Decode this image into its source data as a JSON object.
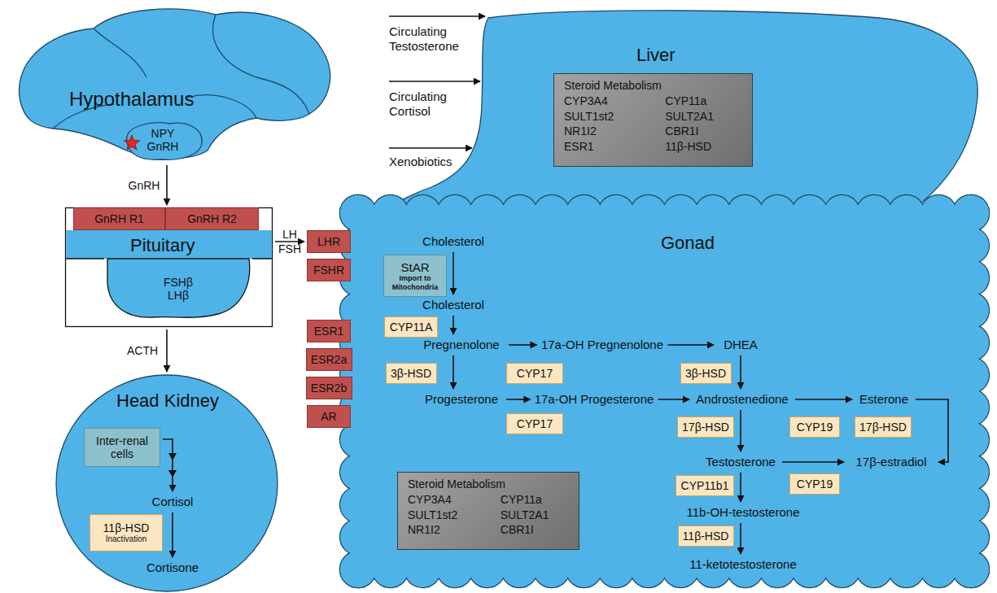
{
  "diagram": {
    "nodes": [
      {
        "text": [
          "Hypothalamus"
        ]
      },
      {
        "text": [
          "NPY",
          "GnRH"
        ],
        "in": 0
      },
      {
        "text": [
          "Pituitary"
        ]
      },
      {
        "text": [
          "GnRH R1"
        ],
        "in": 2
      },
      {
        "text": [
          "GnRH R2"
        ],
        "in": 2
      },
      {
        "text": [
          "FSHβ",
          "LHβ"
        ],
        "in": 2
      },
      {
        "text": [
          "Head Kidney"
        ]
      },
      {
        "text": [
          "Inter-renal cells"
        ],
        "in": 6
      },
      {
        "text": [
          "Cortisol"
        ],
        "in": 6
      },
      {
        "text": [
          "11β-HSD",
          "Inactivation"
        ],
        "in": 6
      },
      {
        "text": [
          "Cortisone"
        ],
        "in": 6
      },
      {
        "text": [
          "Liver"
        ]
      },
      {
        "text": [
          "Steroid Metabolism",
          "CYP3A4",
          "CYP11a",
          "SULT1st2",
          "SULT2A1",
          "NR1I2",
          "CBR1I",
          "ESR1",
          "11β-HSD"
        ],
        "in": 11
      },
      {
        "text": [
          "Gonad"
        ]
      },
      {
        "text": [
          "LHR"
        ]
      },
      {
        "text": [
          "FSHR"
        ]
      },
      {
        "text": [
          "ESR1"
        ]
      },
      {
        "text": [
          "ESR2a"
        ]
      },
      {
        "text": [
          "ESR2b"
        ]
      },
      {
        "text": [
          "AR"
        ]
      },
      {
        "text": [
          "Cholesterol"
        ],
        "in": 13
      },
      {
        "text": [
          "StAR",
          "Import to Mitochondria"
        ],
        "in": 13
      },
      {
        "text": [
          "Cholesterol"
        ],
        "in": 13
      },
      {
        "text": [
          "CYP11A"
        ],
        "in": 13
      },
      {
        "text": [
          "Pregnenolone"
        ],
        "in": 13
      },
      {
        "text": [
          "17a-OH Pregnenolone"
        ],
        "in": 13
      },
      {
        "text": [
          "DHEA"
        ],
        "in": 13
      },
      {
        "text": [
          "3β-HSD"
        ],
        "in": 13
      },
      {
        "text": [
          "CYP17"
        ],
        "in": 13
      },
      {
        "text": [
          "3β-HSD"
        ],
        "in": 13
      },
      {
        "text": [
          "Progesterone"
        ],
        "in": 13
      },
      {
        "text": [
          "17a-OH Progesterone"
        ],
        "in": 13
      },
      {
        "text": [
          "Androstenedione"
        ],
        "in": 13
      },
      {
        "text": [
          "Esterone"
        ],
        "in": 13
      },
      {
        "text": [
          "CYP17"
        ],
        "in": 13
      },
      {
        "text": [
          "17β-HSD"
        ],
        "in": 13
      },
      {
        "text": [
          "CYP19"
        ],
        "in": 13
      },
      {
        "text": [
          "17β-HSD"
        ],
        "in": 13
      },
      {
        "text": [
          "Testosterone"
        ],
        "in": 13
      },
      {
        "text": [
          "17β-estradiol"
        ],
        "in": 13
      },
      {
        "text": [
          "CYP11b1"
        ],
        "in": 13
      },
      {
        "text": [
          "CYP19"
        ],
        "in": 13
      },
      {
        "text": [
          "11b-OH-testosterone"
        ],
        "in": 13
      },
      {
        "text": [
          "11β-HSD"
        ],
        "in": 13
      },
      {
        "text": [
          "11-ketotestosterone"
        ],
        "in": 13
      },
      {
        "text": [
          "Steroid Metabolism",
          "CYP3A4",
          "CYP11a",
          "SULT1st2",
          "SULT2A1",
          "NR1I2",
          "CBR1I"
        ],
        "in": 13
      }
    ],
    "edges": [
      {
        "from": 0,
        "to": 2,
        "arrow": "to",
        "label": "GnRH"
      },
      {
        "from": 2,
        "to": 14,
        "arrow": "to",
        "label": "LH FSH"
      },
      {
        "from": 2,
        "to": 6,
        "arrow": "to",
        "label": "ACTH"
      },
      {
        "from": 7,
        "to": 8,
        "arrow": "to"
      },
      {
        "from": 8,
        "to": 10,
        "arrow": "to"
      },
      {
        "from": 20,
        "to": 22,
        "arrow": "to"
      },
      {
        "from": 22,
        "to": 24,
        "arrow": "to"
      },
      {
        "from": 24,
        "to": 25,
        "arrow": "to"
      },
      {
        "from": 25,
        "to": 26,
        "arrow": "to"
      },
      {
        "from": 24,
        "to": 30,
        "arrow": "to"
      },
      {
        "from": 26,
        "to": 32,
        "arrow": "to"
      },
      {
        "from": 30,
        "to": 31,
        "arrow": "to"
      },
      {
        "from": 31,
        "to": 32,
        "arrow": "to"
      },
      {
        "from": 32,
        "to": 33,
        "arrow": "to"
      },
      {
        "from": 32,
        "to": 38,
        "arrow": "to"
      },
      {
        "from": 33,
        "to": 39,
        "arrow": "to"
      },
      {
        "from": 38,
        "to": 39,
        "arrow": "to"
      },
      {
        "from": 38,
        "to": 42,
        "arrow": "to"
      },
      {
        "from": 42,
        "to": 44,
        "arrow": "to"
      }
    ],
    "labels": [
      "Circulating Testosterone",
      "Circulating Cortisol",
      "Xenobiotics"
    ]
  }
}
